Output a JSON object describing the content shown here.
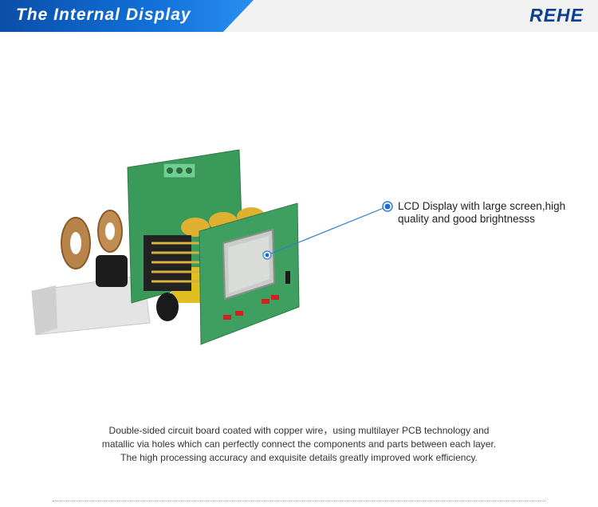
{
  "header": {
    "title": "The Internal Display",
    "brand": "REHE"
  },
  "callout": {
    "text": "LCD Display with large screen,high quality and good brightnesss"
  },
  "description": {
    "lines": [
      "Double-sided circuit board coated with copper wire，using multilayer PCB technology and",
      "matallic via holes which can perfectly connect the components and parts between each layer.",
      "The high processing accuracy and exquisite details greatly improved work efficiency."
    ]
  },
  "colors": {
    "banner": "#1170d8",
    "brand": "#0b3f8f",
    "pcb_green": "#3a9a5a",
    "callout_line": "#2a7fd4"
  },
  "icons": [
    "callout-dot-icon"
  ]
}
